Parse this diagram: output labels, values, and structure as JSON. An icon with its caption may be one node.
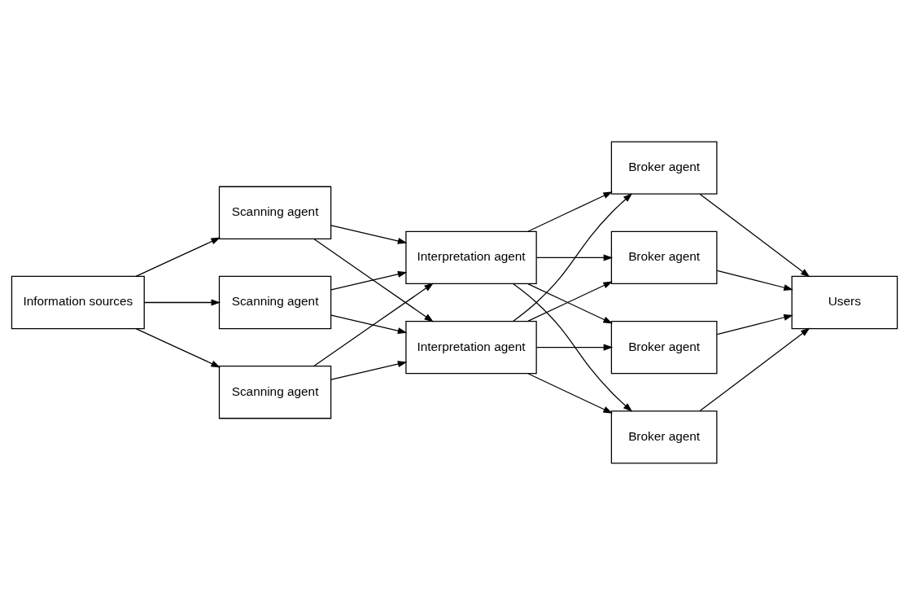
{
  "diagram": {
    "nodes": [
      {
        "text": [
          "Information sources"
        ]
      },
      {
        "text": [
          "Scanning agent"
        ]
      },
      {
        "text": [
          "Scanning agent"
        ]
      },
      {
        "text": [
          "Scanning agent"
        ]
      },
      {
        "text": [
          "Interpretation agent"
        ]
      },
      {
        "text": [
          "Interpretation agent"
        ]
      },
      {
        "text": [
          "Broker agent"
        ]
      },
      {
        "text": [
          "Broker agent"
        ]
      },
      {
        "text": [
          "Broker agent"
        ]
      },
      {
        "text": [
          "Broker agent"
        ]
      },
      {
        "text": [
          "Users"
        ]
      }
    ],
    "edges": [
      {
        "from": 0,
        "to": 1,
        "arrow": "to"
      },
      {
        "from": 0,
        "to": 2,
        "arrow": "to"
      },
      {
        "from": 0,
        "to": 3,
        "arrow": "to"
      },
      {
        "from": 1,
        "to": 4,
        "arrow": "to"
      },
      {
        "from": 1,
        "to": 5,
        "arrow": "to"
      },
      {
        "from": 2,
        "to": 4,
        "arrow": "to"
      },
      {
        "from": 2,
        "to": 5,
        "arrow": "to"
      },
      {
        "from": 3,
        "to": 4,
        "arrow": "to"
      },
      {
        "from": 3,
        "to": 5,
        "arrow": "to"
      },
      {
        "from": 4,
        "to": 6,
        "arrow": "to"
      },
      {
        "from": 4,
        "to": 7,
        "arrow": "to"
      },
      {
        "from": 4,
        "to": 8,
        "arrow": "to"
      },
      {
        "from": 4,
        "to": 9,
        "arrow": "to"
      },
      {
        "from": 5,
        "to": 6,
        "arrow": "to"
      },
      {
        "from": 5,
        "to": 7,
        "arrow": "to"
      },
      {
        "from": 5,
        "to": 8,
        "arrow": "to"
      },
      {
        "from": 5,
        "to": 9,
        "arrow": "to"
      },
      {
        "from": 6,
        "to": 10,
        "arrow": "to"
      },
      {
        "from": 7,
        "to": 10,
        "arrow": "to"
      },
      {
        "from": 8,
        "to": 10,
        "arrow": "to"
      },
      {
        "from": 9,
        "to": 10,
        "arrow": "to"
      }
    ]
  }
}
